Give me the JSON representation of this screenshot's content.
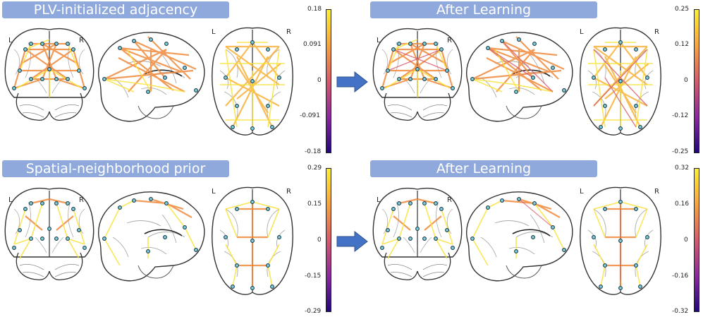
{
  "panels": [
    {
      "id": "p1",
      "title": "PLV-initialized adjacency",
      "ticks": [
        "0.18",
        "0.091",
        "0",
        "-0.091",
        "-0.18"
      ]
    },
    {
      "id": "p2",
      "title": "After Learning",
      "ticks": [
        "0.25",
        "0.12",
        "0",
        "-0.12",
        "-0.25"
      ]
    },
    {
      "id": "p3",
      "title": "Spatial-neighborhood prior",
      "ticks": [
        "0.29",
        "0.15",
        "0",
        "-0.15",
        "-0.29"
      ]
    },
    {
      "id": "p4",
      "title": "After Learning",
      "ticks": [
        "0.32",
        "0.16",
        "0",
        "-0.16",
        "-0.32"
      ]
    }
  ],
  "hemisphere_labels": {
    "left": "L",
    "right": "R"
  },
  "colors": {
    "banner": "#90a9dc",
    "arrow": "#4472c4",
    "edge_strong": "#f08a3c",
    "edge_mid": "#f7b23a",
    "edge_weak": "#f9e23a",
    "edge_neg": "#d65a6c"
  }
}
